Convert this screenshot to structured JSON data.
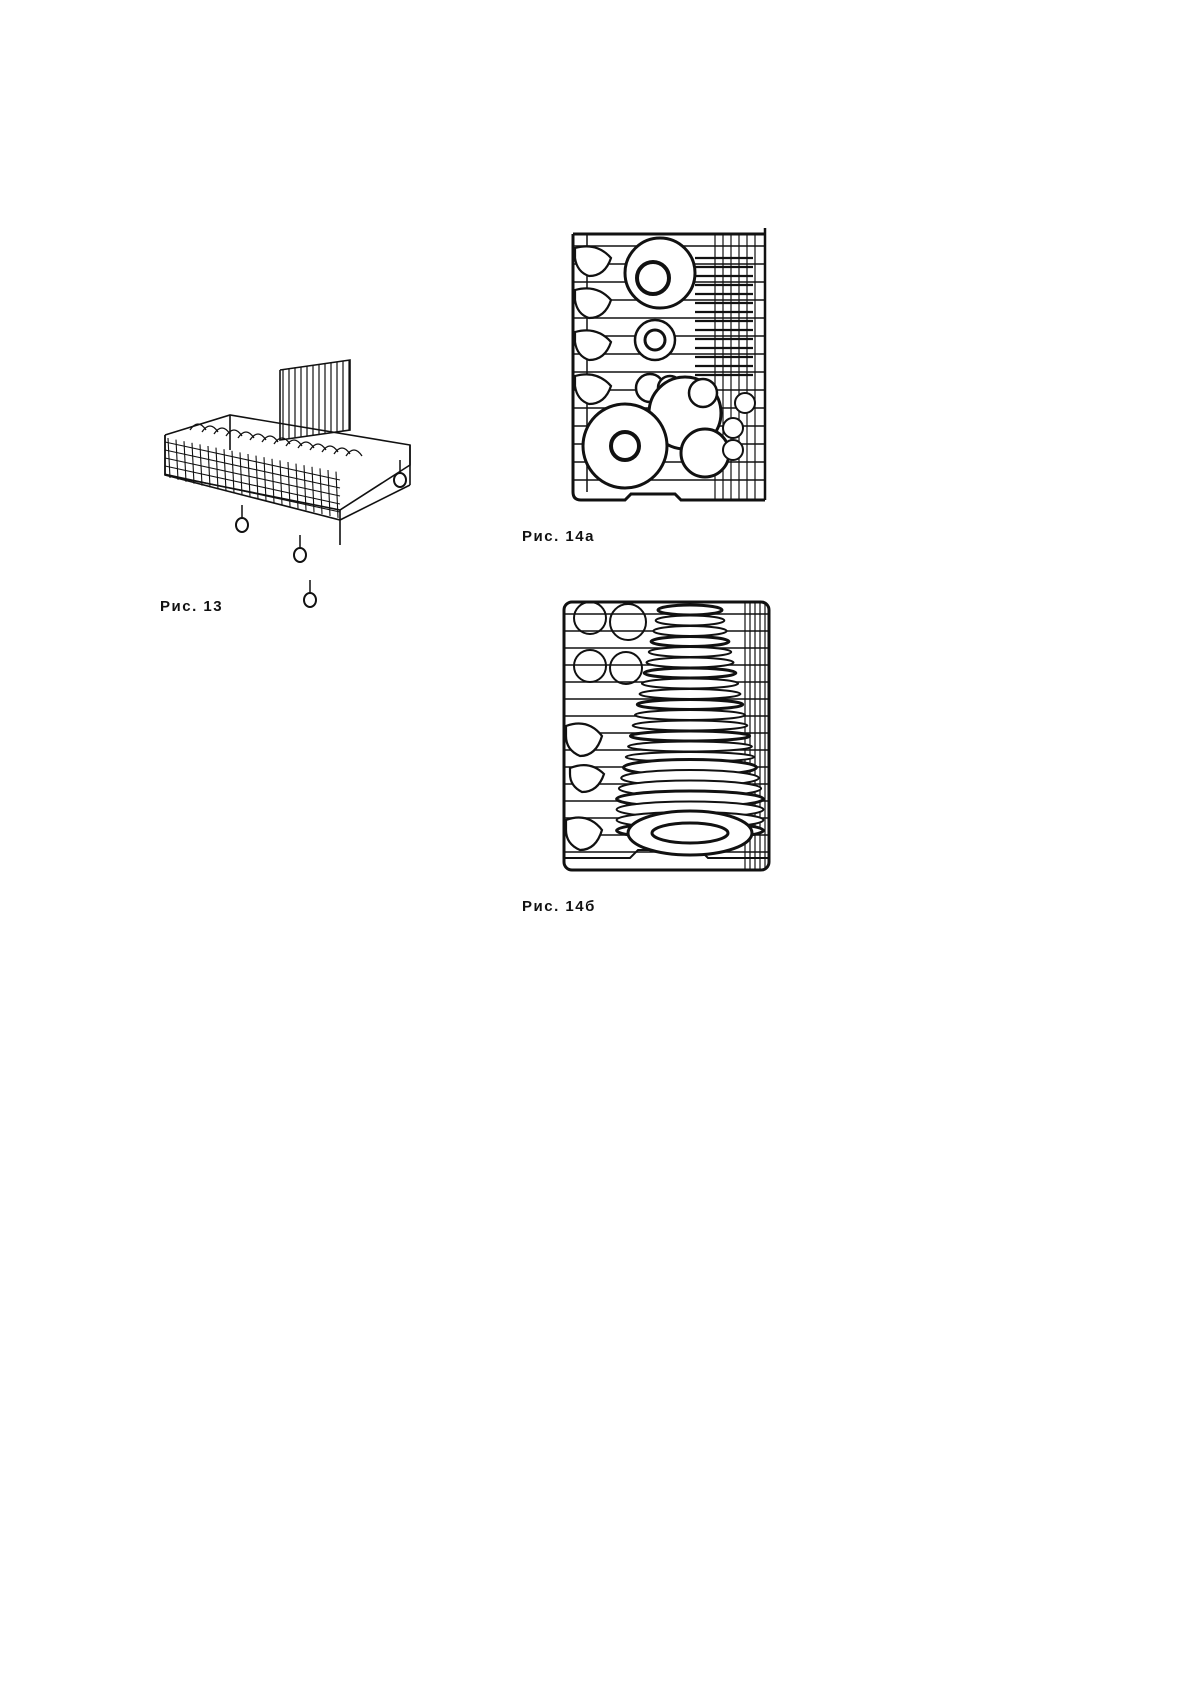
{
  "figures": [
    {
      "id": "fig13",
      "caption": "Рис. 13"
    },
    {
      "id": "fig14a",
      "caption": "Рис. 14а"
    },
    {
      "id": "fig14b",
      "caption": "Рис. 14б"
    }
  ],
  "colors": {
    "ink": "#111111",
    "paper": "#ffffff"
  }
}
